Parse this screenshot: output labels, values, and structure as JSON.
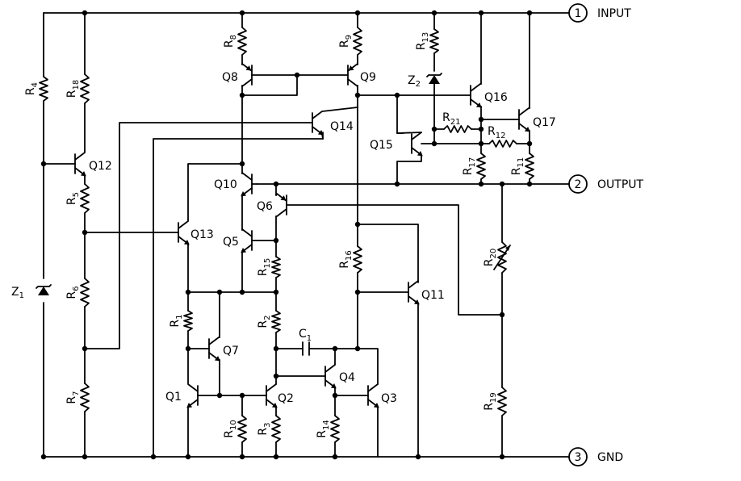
{
  "terminals": [
    {
      "number": "1",
      "label": "INPUT"
    },
    {
      "number": "2",
      "label": "OUTPUT"
    },
    {
      "number": "3",
      "label": "GND"
    }
  ],
  "components": {
    "resistors": [
      {
        "letter": "R",
        "index": "1"
      },
      {
        "letter": "R",
        "index": "2"
      },
      {
        "letter": "R",
        "index": "3"
      },
      {
        "letter": "R",
        "index": "4"
      },
      {
        "letter": "R",
        "index": "5"
      },
      {
        "letter": "R",
        "index": "6"
      },
      {
        "letter": "R",
        "index": "7"
      },
      {
        "letter": "R",
        "index": "8"
      },
      {
        "letter": "R",
        "index": "9"
      },
      {
        "letter": "R",
        "index": "10"
      },
      {
        "letter": "R",
        "index": "11"
      },
      {
        "letter": "R",
        "index": "12"
      },
      {
        "letter": "R",
        "index": "13"
      },
      {
        "letter": "R",
        "index": "14"
      },
      {
        "letter": "R",
        "index": "15"
      },
      {
        "letter": "R",
        "index": "16"
      },
      {
        "letter": "R",
        "index": "17"
      },
      {
        "letter": "R",
        "index": "18"
      },
      {
        "letter": "R",
        "index": "19"
      },
      {
        "letter": "R",
        "index": "20"
      },
      {
        "letter": "R",
        "index": "21"
      }
    ],
    "transistors": [
      "Q1",
      "Q2",
      "Q3",
      "Q4",
      "Q5",
      "Q6",
      "Q7",
      "Q8",
      "Q9",
      "Q10",
      "Q11",
      "Q12",
      "Q13",
      "Q14",
      "Q15",
      "Q16",
      "Q17"
    ],
    "zeners": [
      {
        "letter": "Z",
        "index": "1"
      },
      {
        "letter": "Z",
        "index": "2"
      }
    ],
    "capacitors": [
      {
        "letter": "C",
        "index": "1"
      }
    ]
  }
}
